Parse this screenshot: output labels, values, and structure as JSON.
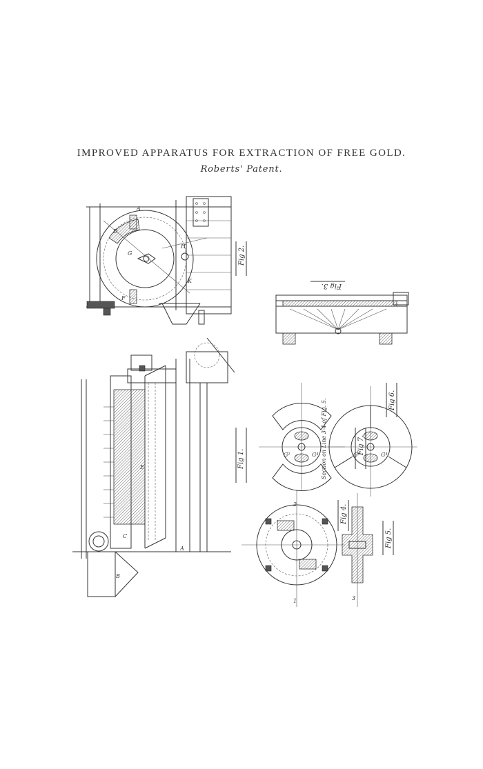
{
  "document": {
    "title": "IMPROVED APPARATUS FOR EXTRACTION OF FREE GOLD.",
    "subtitle": "Roberts' Patent."
  },
  "figures": {
    "fig1": "Fig 1.",
    "fig2": "Fig 2.",
    "fig3": "Fig 3.",
    "fig4": "Fig 4.",
    "fig5": "Fig 5.",
    "fig6": "Fig 6.",
    "fig7": "Fig 7."
  },
  "annotations": {
    "section_note": "Section on Line 3-4 of Fig. 5.",
    "letter_A": "A",
    "letter_B": "B",
    "letter_C": "C",
    "letter_D": "D",
    "letter_E": "E",
    "letter_F": "F",
    "letter_G": "G",
    "letter_H": "H",
    "letter_K": "K",
    "letter_G2": "G²",
    "letter_G4": "G⁴",
    "num_1": "1",
    "num_2": "2",
    "num_3": "3"
  }
}
